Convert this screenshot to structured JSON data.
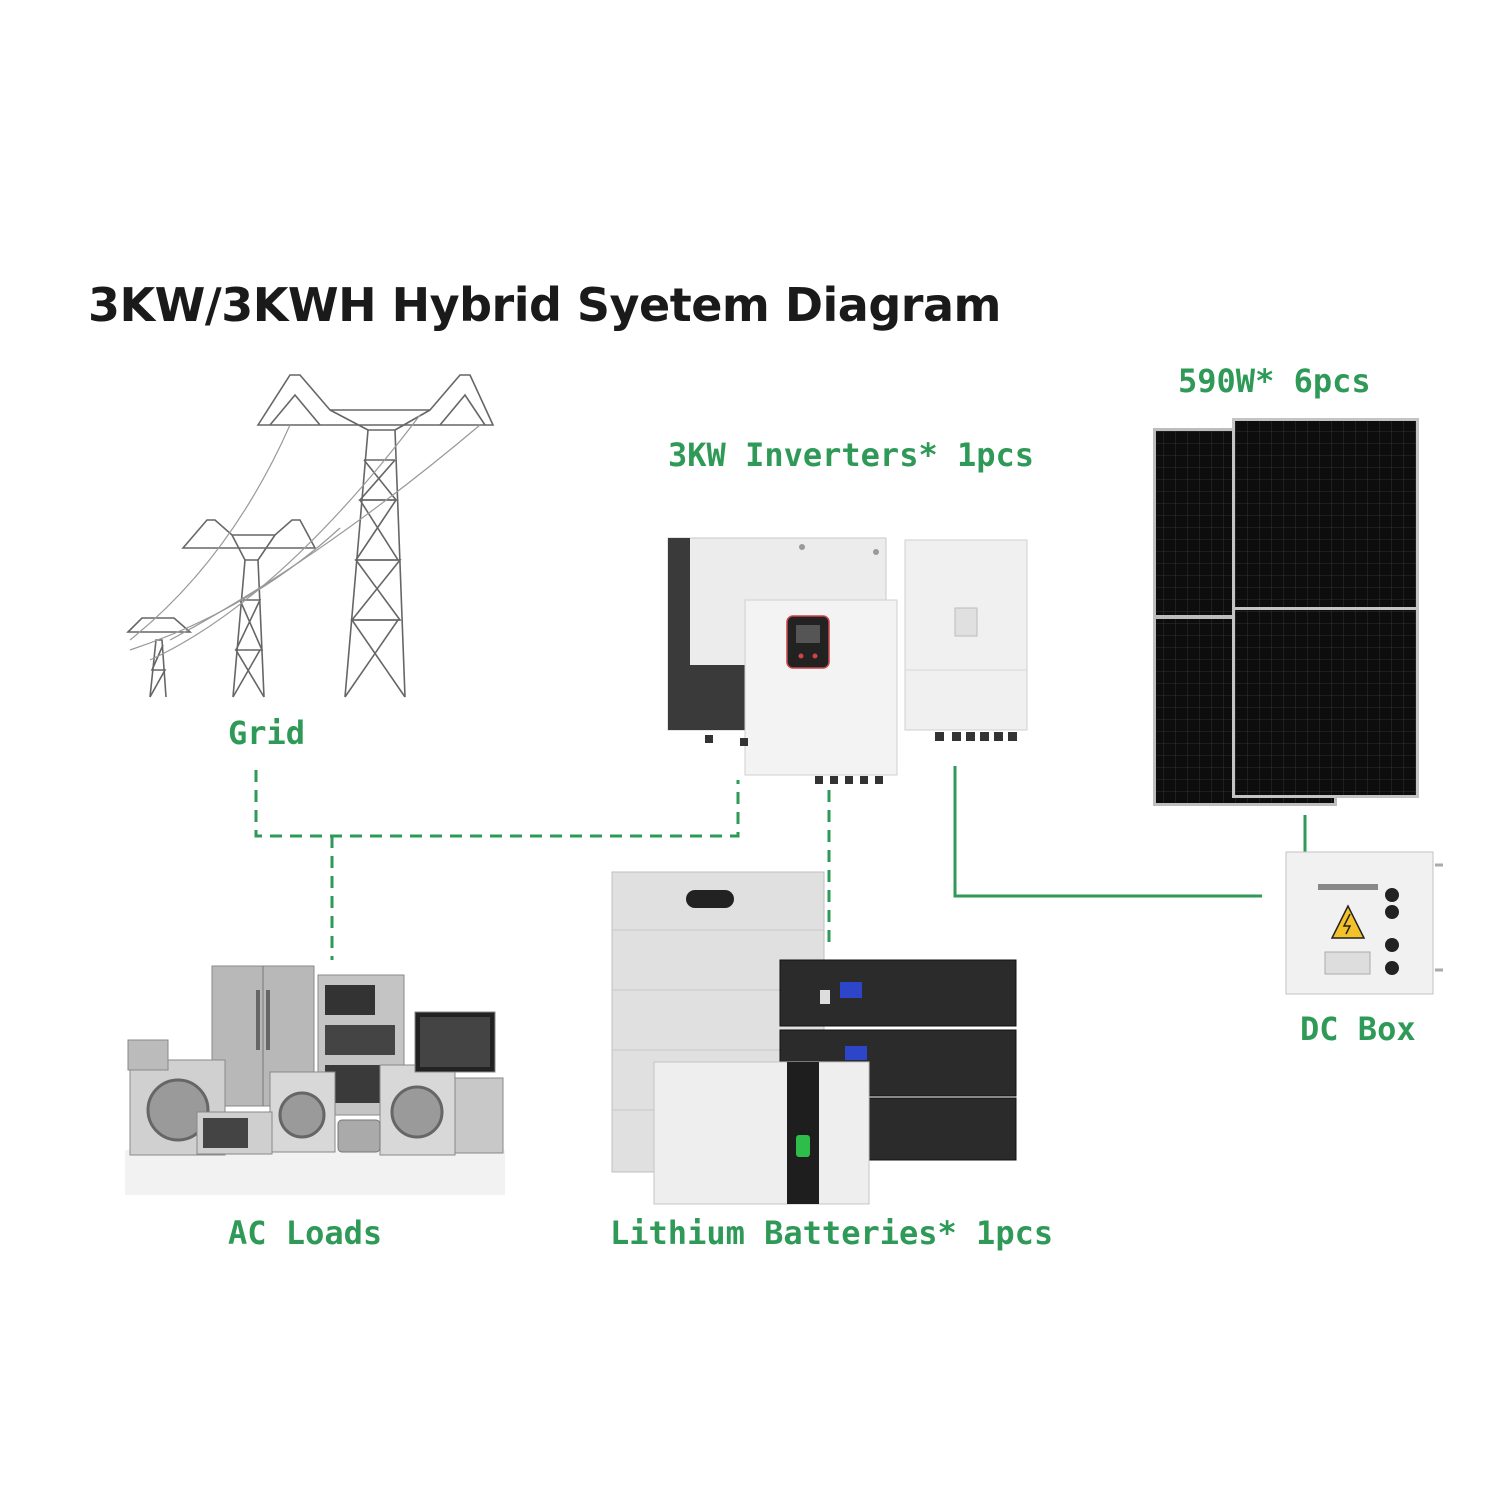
{
  "title": "3KW/3KWH Hybrid Syetem Diagram",
  "labels": {
    "grid": "Grid",
    "inverter": "3KW Inverters*  1pcs",
    "panels": "590W* 6pcs",
    "ac_loads": "AC  Loads",
    "batteries": "Lithium Batteries*  1pcs",
    "dc_box": "DC  Box"
  },
  "colors": {
    "accent": "#2f9a57",
    "title": "#1a1a1a"
  }
}
